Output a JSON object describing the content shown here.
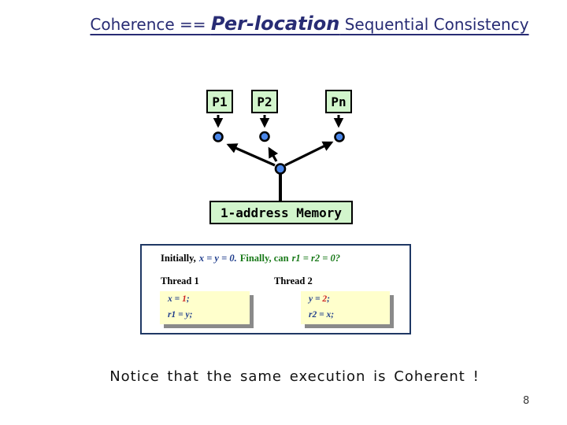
{
  "title": {
    "prefix": "Coherence == ",
    "emphasis": "Per-location",
    "suffix": " Sequential Consistency"
  },
  "processors": [
    {
      "label": "P1"
    },
    {
      "label": "P2"
    },
    {
      "label": "Pn"
    }
  ],
  "memory_label": "1-address Memory",
  "panel": {
    "init_black": "Initially,",
    "init_blue": "x = y = 0.",
    "init_green": "Finally, can",
    "init_green_math": "r1 = r2 = 0?",
    "thread1_label": "Thread 1",
    "thread2_label": "Thread 2",
    "thread1_code": {
      "line1_var": "x = ",
      "line1_val": "1",
      "line1_end": ";",
      "line2": "r1 = y;"
    },
    "thread2_code": {
      "line1_var": "y = ",
      "line1_val": "2",
      "line1_end": ";",
      "line2": "r2 = x;"
    }
  },
  "notice": "Notice that the same execution is Coherent !",
  "page_number": "8",
  "colors": {
    "title_navy": "#282c74",
    "box_green": "#d2f5cc",
    "node_blue": "#4a86e8",
    "panel_border": "#1f3864",
    "code_navy": "#1f3d8c",
    "code_red": "#cc2222",
    "code_green": "#1a7a1a",
    "code_bg_yellow": "#ffffcc",
    "shadow_gray": "#8a8a8a"
  }
}
